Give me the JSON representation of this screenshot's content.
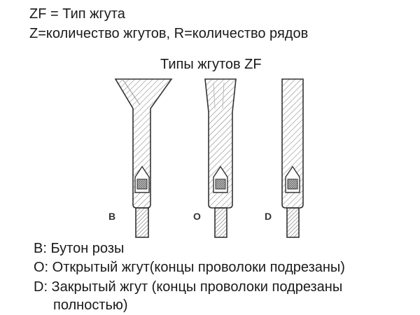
{
  "header": {
    "line1": "ZF = Тип жгута",
    "line2": "Z=количество жгутов, R=количество рядов"
  },
  "diagram": {
    "title": "Типы жгутов ZF",
    "items": [
      {
        "letter": "B"
      },
      {
        "letter": "O"
      },
      {
        "letter": "D"
      }
    ]
  },
  "legend": {
    "b": "B: Бутон розы",
    "o": "O: Открытый жгут(концы проволоки подрезаны)",
    "d_line1": "D: Закрытый жгут (концы проволоки подрезаны",
    "d_line2": "полностью)"
  },
  "colors": {
    "outline": "#333333",
    "hatch": "#8a8a8a",
    "background": "#ffffff"
  }
}
